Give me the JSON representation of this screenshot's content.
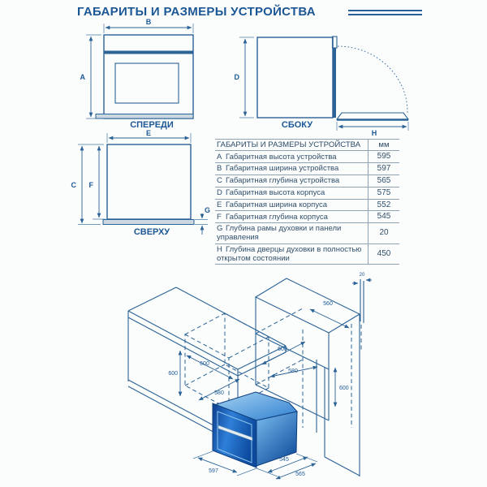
{
  "page": {
    "title": "ГАБАРИТЫ И РАЗМЕРЫ УСТРОЙСТВА"
  },
  "views": {
    "front": {
      "label": "СПЕРЕДИ",
      "width_letter": "B",
      "height_letter": "A"
    },
    "side": {
      "label": "СБОКУ",
      "height_letter": "D",
      "open_door_letter": "H"
    },
    "top": {
      "label": "СВЕРХУ",
      "width_letter": "E",
      "total_depth_letter": "C",
      "body_depth_letter": "F",
      "frame_letter": "G"
    }
  },
  "table": {
    "title": "ГАБАРИТЫ И РАЗМЕРЫ УСТРОЙСТВА",
    "unit": "мм",
    "rows": [
      {
        "key": "A",
        "desc": "Габаритная высота устройства",
        "value": "595"
      },
      {
        "key": "B",
        "desc": "Габаритная ширина устройства",
        "value": "597"
      },
      {
        "key": "C",
        "desc": "Габаритная глубина устройства",
        "value": "565"
      },
      {
        "key": "D",
        "desc": "Габаритная высота корпуса",
        "value": "575"
      },
      {
        "key": "E",
        "desc": "Габаритная ширина корпуса",
        "value": "552"
      },
      {
        "key": "F",
        "desc": "Габаритная глубина корпуса",
        "value": "545"
      },
      {
        "key": "G",
        "desc": "Глубина рамы духовки и панели управления",
        "value": "20"
      },
      {
        "key": "H",
        "desc": "Глубина дверцы духовки в полностью открытом состоянии",
        "value": "450"
      }
    ]
  },
  "installation": {
    "left_niche": {
      "height": "600",
      "depth": "600",
      "width": "580"
    },
    "right_niche": {
      "top_width": "560",
      "rear_gap": "20",
      "depth": "600",
      "width": "580",
      "height": "600"
    },
    "oven": {
      "width": "597",
      "body_depth": "545",
      "depth": "565"
    }
  },
  "colors": {
    "line": "#2b6396",
    "accent": "#1c5795",
    "oven_front": "#0d47a8",
    "oven_side": "#1a5fae",
    "oven_top": "#3f8fdc"
  }
}
